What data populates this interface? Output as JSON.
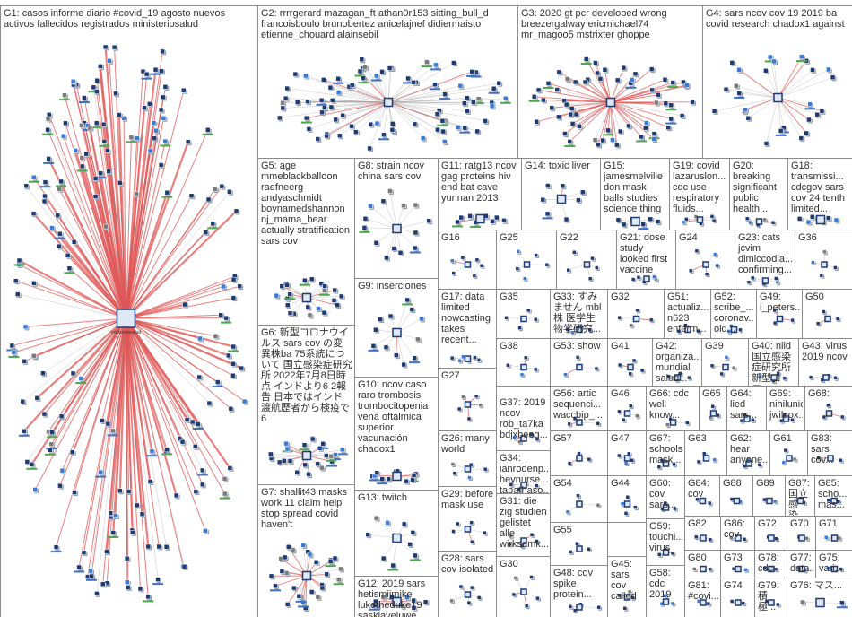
{
  "title": "",
  "colors": {
    "edge_red": "#e05555",
    "edge_gray": "#9a9a9a",
    "node_fill": "#1f3b73",
    "node_shadow": "#9aa3ad",
    "label_green": "#4fa84f",
    "label_blue": "#3f70c7"
  },
  "groups": [
    {
      "id": "G1",
      "label": "G1: casos informe diario #covid_19 agosto nuevos activos fallecidos registrados ministeriosalud",
      "nodes": 190,
      "hub": "ministeriosalud",
      "red": 0.85
    },
    {
      "id": "G2",
      "label": "G2: rrrrgerard mazagan_ft athan0r153 sitting_bull_d francoisboulo brunobertez anicelajnef didiermaisto etienne_chouard alainsebil",
      "nodes": 80,
      "hub": "",
      "red": 0.1
    },
    {
      "id": "G3",
      "label": "G3: 2020 gt pcr developed wrong breezergalway ericmichael74 mr_magoo5 mstrixter ghoppe",
      "nodes": 60,
      "hub": "",
      "red": 0.8
    },
    {
      "id": "G4",
      "label": "G4: sars ncov cov 19 2019 ba covid research chadox1 against",
      "nodes": 26,
      "hub": "",
      "red": 0.2
    },
    {
      "id": "G5",
      "label": "G5: age mmeblackballoon raefneerg andyaschmidt boynamedshannon nj_mama_bear actually stratification sars cov",
      "nodes": 22,
      "hub": "",
      "red": 0.1
    },
    {
      "id": "G6",
      "label": "G6: 新型コロナウイルス sars cov の変異株ba 75系統について 国立感染症研究所 2022年7月8日時点 インドより6 2報告 日本ではインド渡航歴者から検疫で6",
      "nodes": 24,
      "hub": "",
      "red": 0.3
    },
    {
      "id": "G7",
      "label": "G7: shallit43 masks work 11 claim help stop spread covid haven't",
      "nodes": 28,
      "hub": "",
      "red": 0.7
    },
    {
      "id": "G8",
      "label": "G8: strain ncov china sars cov",
      "nodes": 14,
      "hub": "",
      "red": 0.2
    },
    {
      "id": "G9",
      "label": "G9: inserciones",
      "nodes": 12,
      "hub": "",
      "red": 0.3
    },
    {
      "id": "G10",
      "label": "G10: ncov caso raro trombosis trombocitopenia vena oftálmica superior vacunación chadox1",
      "nodes": 12,
      "hub": "",
      "red": 0.2
    },
    {
      "id": "G11",
      "label": "G11: ratg13 ncov gag proteins hiv end bat cave yunnan 2013",
      "nodes": 8,
      "hub": "",
      "red": 0.2
    },
    {
      "id": "G12",
      "label": "G12: 2019 sars hetismijmike luketheduke19 saskiaveluwe molbiochemist",
      "nodes": 10,
      "hub": "",
      "red": 0.7
    },
    {
      "id": "G13",
      "label": "G13: twitch",
      "nodes": 9,
      "hub": "",
      "red": 0.1
    },
    {
      "id": "G14",
      "label": "G14: toxic liver",
      "nodes": 7,
      "hub": "",
      "red": 0.2
    },
    {
      "id": "G15",
      "label": "G15: jamesmelville don mask balls studies science thing",
      "nodes": 6,
      "hub": "",
      "red": 0.3
    },
    {
      "id": "G16",
      "label": "G16",
      "nodes": 6,
      "hub": "",
      "red": 0.2
    },
    {
      "id": "G17",
      "label": "G17: data limited nowcasting takes recent...",
      "nodes": 6,
      "hub": "",
      "red": 0.2
    },
    {
      "id": "G18",
      "label": "G18: transmissi... cdcgov sars cov 24 tenth limited...",
      "nodes": 6,
      "hub": "",
      "red": 0.1
    },
    {
      "id": "G19",
      "label": "G19: covid lazaruslon... cdc use respiratory fluids...",
      "nodes": 6,
      "hub": "",
      "red": 0.2
    },
    {
      "id": "G20",
      "label": "G20: breaking significant public health...",
      "nodes": 5,
      "hub": "",
      "red": 0.2
    },
    {
      "id": "G21",
      "label": "G21: dose study looked first vaccine",
      "nodes": 5,
      "hub": "",
      "red": 0.2
    },
    {
      "id": "G22",
      "label": "G22",
      "nodes": 5,
      "hub": "",
      "red": 0.2
    },
    {
      "id": "G23",
      "label": "G23: cats jcvim dimiccodia... confirming...",
      "nodes": 5,
      "hub": "",
      "red": 0.2
    },
    {
      "id": "G24",
      "label": "G24",
      "nodes": 5,
      "hub": "",
      "red": 0.2
    },
    {
      "id": "G25",
      "label": "G25",
      "nodes": 5,
      "hub": "",
      "red": 0.2
    },
    {
      "id": "G26",
      "label": "G26: many world",
      "nodes": 5,
      "hub": "",
      "red": 0.2
    },
    {
      "id": "G27",
      "label": "G27",
      "nodes": 5,
      "hub": "",
      "red": 0.2
    },
    {
      "id": "G28",
      "label": "G28: sars cov isolated",
      "nodes": 5,
      "hub": "",
      "red": 0.2
    },
    {
      "id": "G29",
      "label": "G29: before mask use",
      "nodes": 5,
      "hub": "",
      "red": 0.2
    },
    {
      "id": "G30",
      "label": "G30",
      "nodes": 5,
      "hub": "",
      "red": 0.2
    },
    {
      "id": "G31",
      "label": "G31: die zig studien gelistet alle wirksamk...",
      "nodes": 5,
      "hub": "",
      "red": 0.2
    },
    {
      "id": "G32",
      "label": "G32",
      "nodes": 4,
      "hub": "",
      "red": 0.2
    },
    {
      "id": "G33",
      "label": "G33: すみません mbl 株 医学生物学研究...",
      "nodes": 4,
      "hub": "",
      "red": 0.2
    },
    {
      "id": "G34",
      "label": "G34: ianrodenp... heynurse... tabathaso...",
      "nodes": 4,
      "hub": "",
      "red": 0.2
    },
    {
      "id": "G35",
      "label": "G35",
      "nodes": 4,
      "hub": "",
      "red": 0.2
    },
    {
      "id": "G36",
      "label": "G36",
      "nodes": 4,
      "hub": "",
      "red": 0.2
    },
    {
      "id": "G37",
      "label": "G37: 2019 ncov rob_ta7ka bdjxbeog...",
      "nodes": 4,
      "hub": "",
      "red": 0.2
    },
    {
      "id": "G38",
      "label": "G38",
      "nodes": 4,
      "hub": "",
      "red": 0.2
    },
    {
      "id": "G39",
      "label": "G39",
      "nodes": 4,
      "hub": "",
      "red": 0.2
    },
    {
      "id": "G40",
      "label": "G40: niid 国立感染症研究所 新型コロ...",
      "nodes": 4,
      "hub": "",
      "red": 0.2
    },
    {
      "id": "G41",
      "label": "G41",
      "nodes": 4,
      "hub": "",
      "red": 0.2
    },
    {
      "id": "G42",
      "label": "G42: organiza... mundial salud...",
      "nodes": 4,
      "hub": "",
      "red": 0.2
    },
    {
      "id": "G43",
      "label": "G43: virus 2019 ncov",
      "nodes": 4,
      "hub": "",
      "red": 0.2
    },
    {
      "id": "G44",
      "label": "G44",
      "nodes": 4,
      "hub": "",
      "red": 0.2
    },
    {
      "id": "G45",
      "label": "G45: sars cov called",
      "nodes": 4,
      "hub": "",
      "red": 0.2
    },
    {
      "id": "G46",
      "label": "G46",
      "nodes": 4,
      "hub": "",
      "red": 0.2
    },
    {
      "id": "G47",
      "label": "G47",
      "nodes": 4,
      "hub": "",
      "red": 0.2
    },
    {
      "id": "G48",
      "label": "G48: cov spike protein...",
      "nodes": 4,
      "hub": "",
      "red": 0.2
    },
    {
      "id": "G49",
      "label": "G49: i_peters...",
      "nodes": 3,
      "hub": "",
      "red": 0.2
    },
    {
      "id": "G50",
      "label": "G50",
      "nodes": 3,
      "hub": "",
      "red": 0.2
    },
    {
      "id": "G51",
      "label": "G51: actualiz... n623 enferm...",
      "nodes": 3,
      "hub": "",
      "red": 0.2
    },
    {
      "id": "G52",
      "label": "G52: scribe_... coronav... old...",
      "nodes": 3,
      "hub": "",
      "red": 0.2
    },
    {
      "id": "G53",
      "label": "G53: show",
      "nodes": 3,
      "hub": "",
      "red": 0.2
    },
    {
      "id": "G54",
      "label": "G54",
      "nodes": 3,
      "hub": "",
      "red": 0.2
    },
    {
      "id": "G55",
      "label": "G55",
      "nodes": 3,
      "hub": "",
      "red": 0.2
    },
    {
      "id": "G56",
      "label": "G56: artic sequenci... waccbip_...",
      "nodes": 3,
      "hub": "",
      "red": 0.2
    },
    {
      "id": "G57",
      "label": "G57",
      "nodes": 3,
      "hub": "",
      "red": 0.2
    },
    {
      "id": "G58",
      "label": "G58: cdc 2019",
      "nodes": 3,
      "hub": "",
      "red": 0.2
    },
    {
      "id": "G59",
      "label": "G59: touchi... virus",
      "nodes": 3,
      "hub": "",
      "red": 0.2
    },
    {
      "id": "G60",
      "label": "G60: cov sars...",
      "nodes": 3,
      "hub": "",
      "red": 0.2
    },
    {
      "id": "G61",
      "label": "G61",
      "nodes": 3,
      "hub": "",
      "red": 0.2
    },
    {
      "id": "G62",
      "label": "G62: hear anyone...",
      "nodes": 3,
      "hub": "",
      "red": 0.2
    },
    {
      "id": "G63",
      "label": "G63",
      "nodes": 3,
      "hub": "",
      "red": 0.2
    },
    {
      "id": "G64",
      "label": "G64: lied sars...",
      "nodes": 3,
      "hub": "",
      "red": 0.2
    },
    {
      "id": "G65",
      "label": "G65",
      "nodes": 3,
      "hub": "",
      "red": 0.2
    },
    {
      "id": "G66",
      "label": "G66: cdc well know...",
      "nodes": 3,
      "hub": "",
      "red": 0.2
    },
    {
      "id": "G67",
      "label": "G67: schools mask...",
      "nodes": 3,
      "hub": "",
      "red": 0.2
    },
    {
      "id": "G68",
      "label": "G68:",
      "nodes": 3,
      "hub": "",
      "red": 0.2
    },
    {
      "id": "G69",
      "label": "G69: nihilunioncov jwilcox...",
      "nodes": 3,
      "hub": "",
      "red": 0.2
    },
    {
      "id": "G70",
      "label": "G70",
      "nodes": 2,
      "hub": "",
      "red": 0.2
    },
    {
      "id": "G71",
      "label": "G71",
      "nodes": 2,
      "hub": "",
      "red": 0.2
    },
    {
      "id": "G72",
      "label": "G72",
      "nodes": 2,
      "hub": "",
      "red": 0.2
    },
    {
      "id": "G73",
      "label": "G73",
      "nodes": 2,
      "hub": "",
      "red": 0.2
    },
    {
      "id": "G74",
      "label": "G74",
      "nodes": 2,
      "hub": "",
      "red": 0.2
    },
    {
      "id": "G75",
      "label": "G75: vari...",
      "nodes": 2,
      "hub": "",
      "red": 0.2
    },
    {
      "id": "G76",
      "label": "G76: マス...",
      "nodes": 2,
      "hub": "",
      "red": 0.2
    },
    {
      "id": "G77",
      "label": "G77: data...",
      "nodes": 2,
      "hub": "",
      "red": 0.2
    },
    {
      "id": "G78",
      "label": "G78: cdc",
      "nodes": 2,
      "hub": "",
      "red": 0.2
    },
    {
      "id": "G79",
      "label": "G79: 積極...",
      "nodes": 2,
      "hub": "",
      "red": 0.2
    },
    {
      "id": "G80",
      "label": "G80",
      "nodes": 2,
      "hub": "",
      "red": 0.2
    },
    {
      "id": "G81",
      "label": "G81: #covi...",
      "nodes": 2,
      "hub": "",
      "red": 0.2
    },
    {
      "id": "G82",
      "label": "G82",
      "nodes": 2,
      "hub": "",
      "red": 0.2
    },
    {
      "id": "G83",
      "label": "G83: sars cov...",
      "nodes": 2,
      "hub": "",
      "red": 0.2
    },
    {
      "id": "G84",
      "label": "G84: cov",
      "nodes": 2,
      "hub": "",
      "red": 0.2
    },
    {
      "id": "G85",
      "label": "G85: scho... mas...",
      "nodes": 2,
      "hub": "",
      "red": 0.2
    },
    {
      "id": "G86",
      "label": "G86: cov",
      "nodes": 2,
      "hub": "",
      "red": 0.2
    },
    {
      "id": "G87",
      "label": "G87: 国立感染...",
      "nodes": 2,
      "hub": "",
      "red": 0.2
    },
    {
      "id": "G88",
      "label": "G88",
      "nodes": 2,
      "hub": "",
      "red": 0.2
    },
    {
      "id": "G89",
      "label": "G89",
      "nodes": 2,
      "hub": "",
      "red": 0.2
    }
  ]
}
